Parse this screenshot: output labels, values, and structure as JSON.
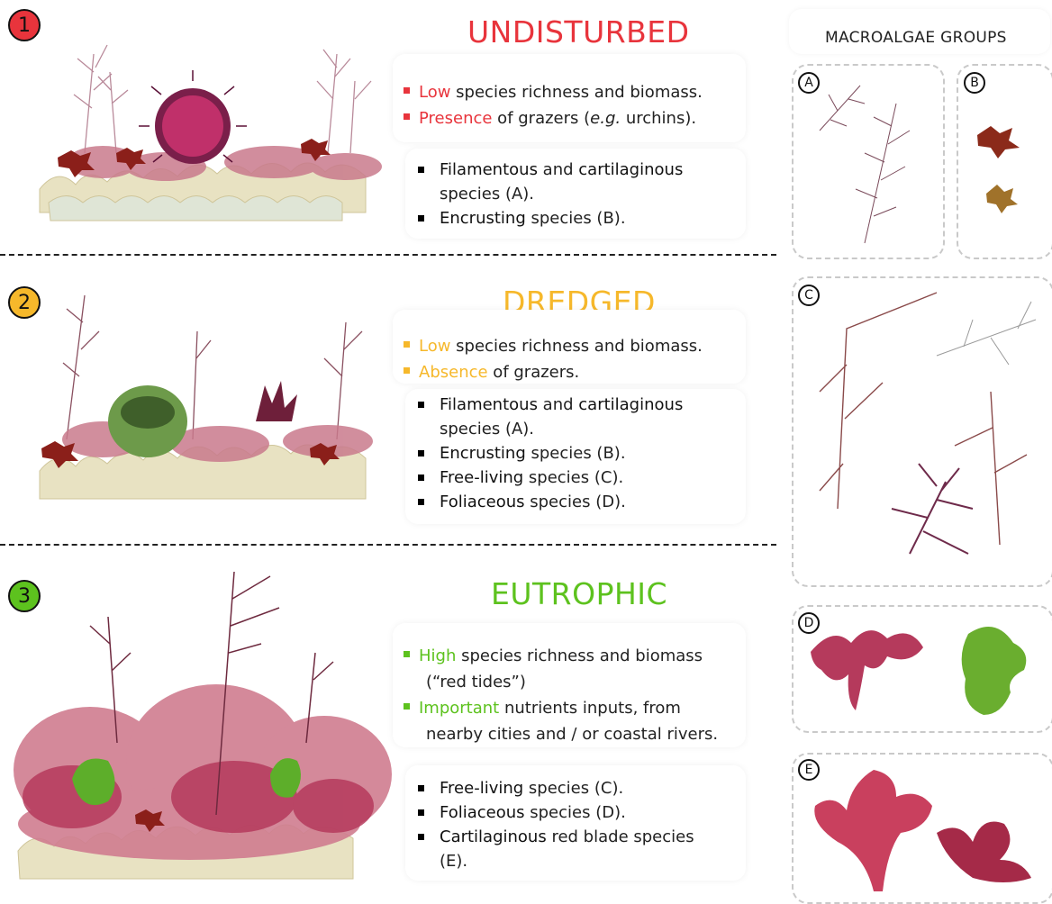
{
  "header": {
    "groups_title": "MACROALGAE GROUPS"
  },
  "colors": {
    "undisturbed": "#e8343c",
    "dredged": "#f6b82b",
    "eutrophic": "#5dc21e"
  },
  "scenarios": [
    {
      "number": "1",
      "title": "UNDISTURBED",
      "summary": [
        {
          "highlight": "Low",
          "rest": " species richness and biomass."
        },
        {
          "highlight": "Presence",
          "rest": " of grazers (e.g. urchins)."
        }
      ],
      "species": [
        {
          "strong": "Filamentous",
          "mid": " and ",
          "strong2": "cartilaginous",
          "rest": " species (A)."
        },
        {
          "strong": "Encrusting",
          "rest": " species (B)."
        }
      ]
    },
    {
      "number": "2",
      "title": "DREDGED",
      "summary": [
        {
          "highlight": "Low",
          "rest": " species richness and biomass."
        },
        {
          "highlight": "Absence",
          "rest": " of grazers."
        }
      ],
      "species": [
        {
          "strong": "Filamentous",
          "mid": " and ",
          "strong2": "cartilaginous",
          "rest": " species (A)."
        },
        {
          "strong": "Encrusting",
          "rest": " species (B)."
        },
        {
          "strong": "Free-living",
          "rest": " species (C)."
        },
        {
          "strong": "Foliaceous",
          "rest": " species (D)."
        }
      ]
    },
    {
      "number": "3",
      "title": "EUTROPHIC",
      "summary": [
        {
          "highlight": "High",
          "rest": " species richness and biomass (“red tides”)"
        },
        {
          "highlight": "Important",
          "rest": " nutrients inputs, from nearby cities and / or coastal rivers."
        }
      ],
      "species": [
        {
          "strong": "Free-living",
          "rest": " species (C)."
        },
        {
          "strong": "Foliaceous",
          "rest": " species (D)."
        },
        {
          "strong": "Cartilaginous",
          "rest": " red blade species (E)."
        }
      ]
    }
  ],
  "groups": [
    {
      "letter": "A"
    },
    {
      "letter": "B"
    },
    {
      "letter": "C"
    },
    {
      "letter": "D"
    },
    {
      "letter": "E"
    }
  ],
  "illustration_labels": {
    "eg_text": "e.g."
  }
}
